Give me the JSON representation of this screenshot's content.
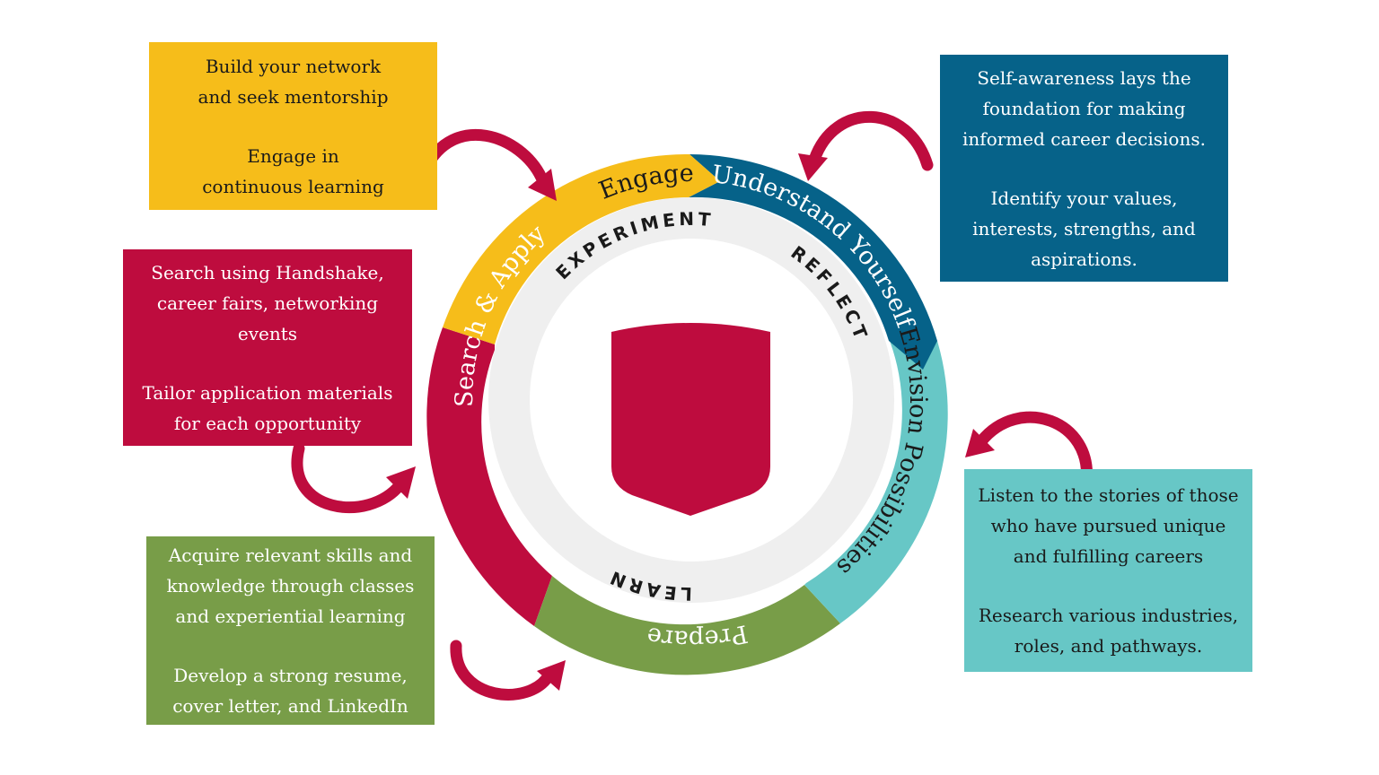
{
  "colors": {
    "engage": "#F6BD1A",
    "understand": "#066289",
    "envision": "#67C7C6",
    "prepare": "#789D48",
    "search": "#BE0C3E",
    "shield": "#BE0C3E",
    "inner_ring": "#EFEFEF",
    "arrow": "#BE0C3E"
  },
  "stages": {
    "engage": "Engage",
    "understand": "Understand Yourself",
    "envision": "Envision Possibilities",
    "prepare": "Prepare",
    "search": "Search & Apply"
  },
  "ring_words": {
    "experiment": "EXPERIMENT",
    "reflect": "REFLECT",
    "learn": "LEARN"
  },
  "boxes": {
    "engage": {
      "line1": "Build your network",
      "line2": "and seek mentorship",
      "line3": "Engage in",
      "line4": "continuous learning"
    },
    "understand": {
      "line1": "Self-awareness lays the",
      "line2": "foundation for making",
      "line3": "informed career decisions.",
      "line4": "Identify your values,",
      "line5": "interests, strengths, and",
      "line6": "aspirations."
    },
    "search": {
      "line1": "Search using Handshake,",
      "line2": "career fairs, networking",
      "line3": "events",
      "line4": "Tailor application materials",
      "line5": "for each opportunity"
    },
    "envision": {
      "line1": "Listen to the stories of those",
      "line2": "who have pursued unique",
      "line3": "and fulfilling careers",
      "line4": "Research various industries,",
      "line5": "roles, and pathways."
    },
    "prepare": {
      "line1": "Acquire relevant skills and",
      "line2": "knowledge through classes",
      "line3": "and experiential learning",
      "line4": "Develop a strong resume,",
      "line5": "cover letter, and LinkedIn"
    }
  }
}
